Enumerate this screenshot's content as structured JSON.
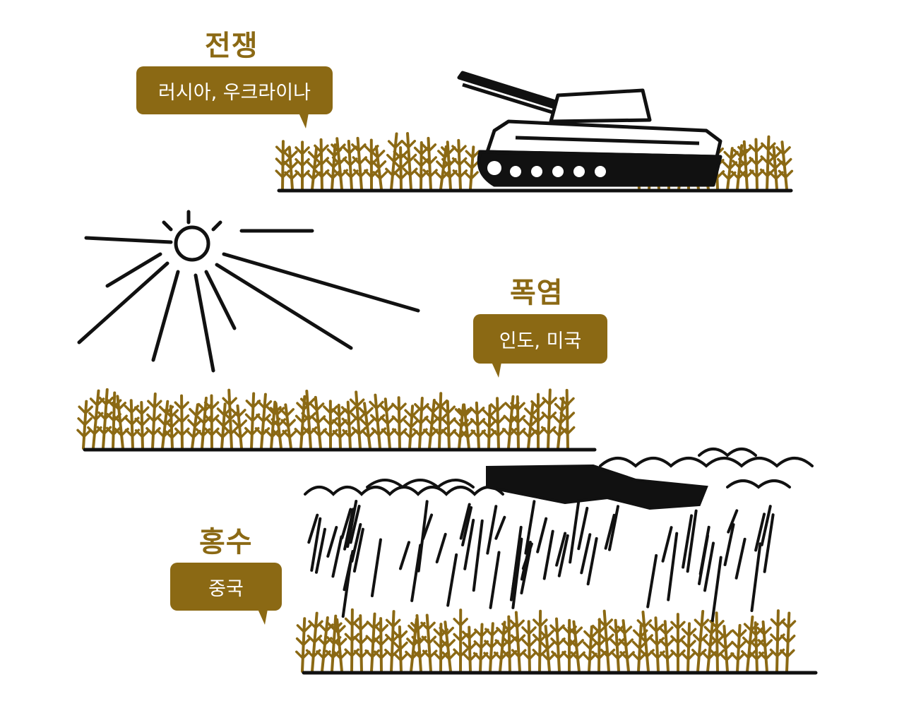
{
  "colors": {
    "accent": "#8b6914",
    "ink": "#111111"
  },
  "sections": [
    {
      "title": "전쟁",
      "label": "러시아, 우크라이나",
      "icon": "tank-icon"
    },
    {
      "title": "폭염",
      "label": "인도, 미국",
      "icon": "sun-icon"
    },
    {
      "title": "홍수",
      "label": "중국",
      "icon": "rain-cloud-icon"
    }
  ]
}
